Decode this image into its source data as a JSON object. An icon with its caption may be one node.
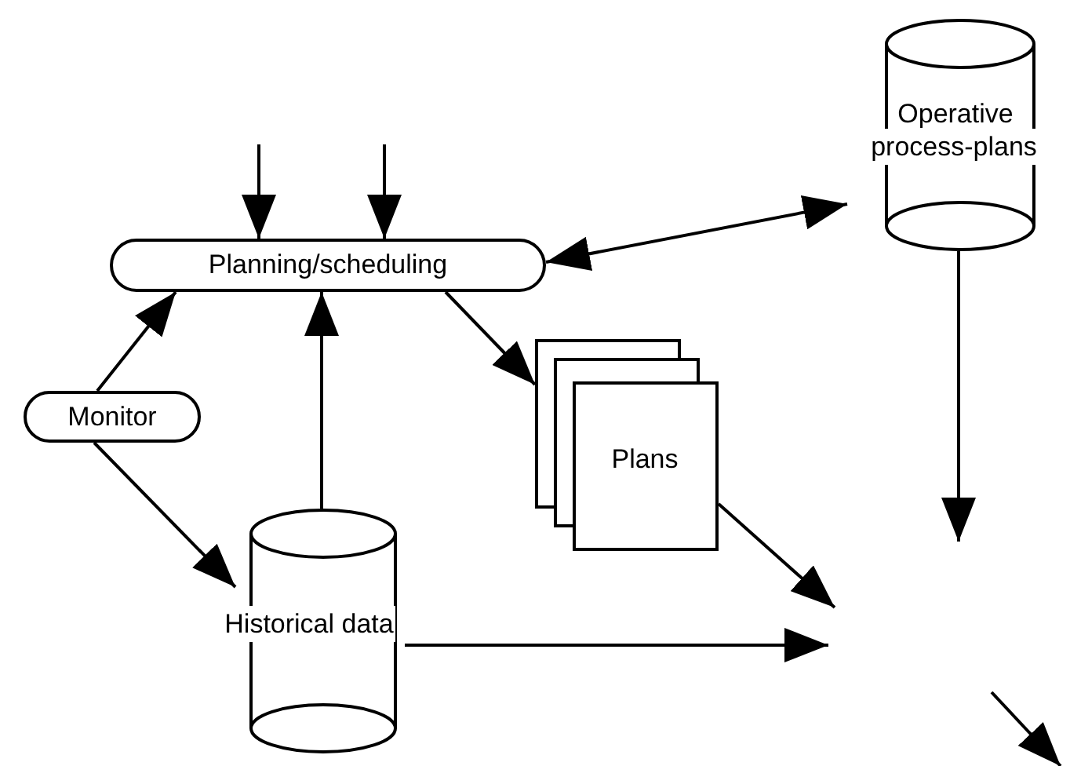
{
  "diagram": {
    "nodes": [
      {
        "text": [
          "Planning/scheduling"
        ]
      },
      {
        "text": [
          "Operative process-plans"
        ]
      },
      {
        "text": [
          "Monitor"
        ]
      },
      {
        "text": [
          "Plans"
        ]
      },
      {
        "text": [
          "Historical data"
        ]
      }
    ],
    "edges": [
      {
        "from": null,
        "to": 0,
        "arrow": "to"
      },
      {
        "from": null,
        "to": 0,
        "arrow": "to"
      },
      {
        "from": 0,
        "to": 1,
        "arrow": "both"
      },
      {
        "from": 2,
        "to": 0,
        "arrow": "to"
      },
      {
        "from": 4,
        "to": 0,
        "arrow": "to"
      },
      {
        "from": 0,
        "to": 3,
        "arrow": "to"
      },
      {
        "from": 2,
        "to": 4,
        "arrow": "to"
      },
      {
        "from": 1,
        "to": null,
        "arrow": "to"
      },
      {
        "from": 3,
        "to": null,
        "arrow": "to"
      },
      {
        "from": 4,
        "to": null,
        "arrow": "to"
      }
    ]
  }
}
